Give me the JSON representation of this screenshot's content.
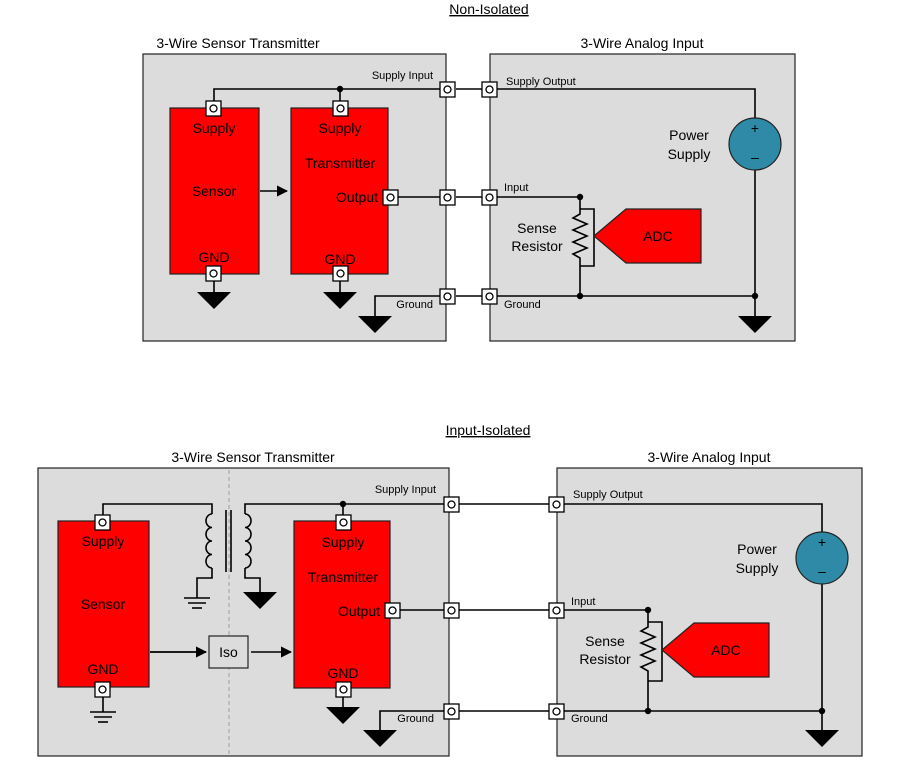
{
  "colors": {
    "panel": "#dcdcdc",
    "block_red": "#ff0000",
    "power_supply": "#2e8aa6",
    "wire": "#000000"
  },
  "non_isolated": {
    "title": "Non-Isolated",
    "transmitter_box_label": "3-Wire Sensor Transmitter",
    "analog_box_label": "3-Wire Analog Input",
    "sensor": {
      "supply": "Supply",
      "name": "Sensor",
      "gnd": "GND"
    },
    "transmitter": {
      "supply": "Supply",
      "name": "Transmitter",
      "output": "Output",
      "gnd": "GND"
    },
    "wires": {
      "supply_input": "Supply Input",
      "supply_output": "Supply Output",
      "input": "Input",
      "ground_left": "Ground",
      "ground_right": "Ground"
    },
    "power_supply": {
      "line1": "Power",
      "line2": "Supply",
      "plus": "+",
      "minus": "–"
    },
    "sense_resistor": {
      "line1": "Sense",
      "line2": "Resistor"
    },
    "adc": "ADC"
  },
  "input_isolated": {
    "title": "Input-Isolated",
    "transmitter_box_label": "3-Wire Sensor Transmitter",
    "analog_box_label": "3-Wire Analog Input",
    "sensor": {
      "supply": "Supply",
      "name": "Sensor",
      "gnd": "GND"
    },
    "transmitter": {
      "supply": "Supply",
      "name": "Transmitter",
      "output": "Output",
      "gnd": "GND"
    },
    "iso": "Iso",
    "wires": {
      "supply_input": "Supply Input",
      "supply_output": "Supply Output",
      "input": "Input",
      "ground_left": "Ground",
      "ground_right": "Ground"
    },
    "power_supply": {
      "line1": "Power",
      "line2": "Supply",
      "plus": "+",
      "minus": "–"
    },
    "sense_resistor": {
      "line1": "Sense",
      "line2": "Resistor"
    },
    "adc": "ADC"
  }
}
